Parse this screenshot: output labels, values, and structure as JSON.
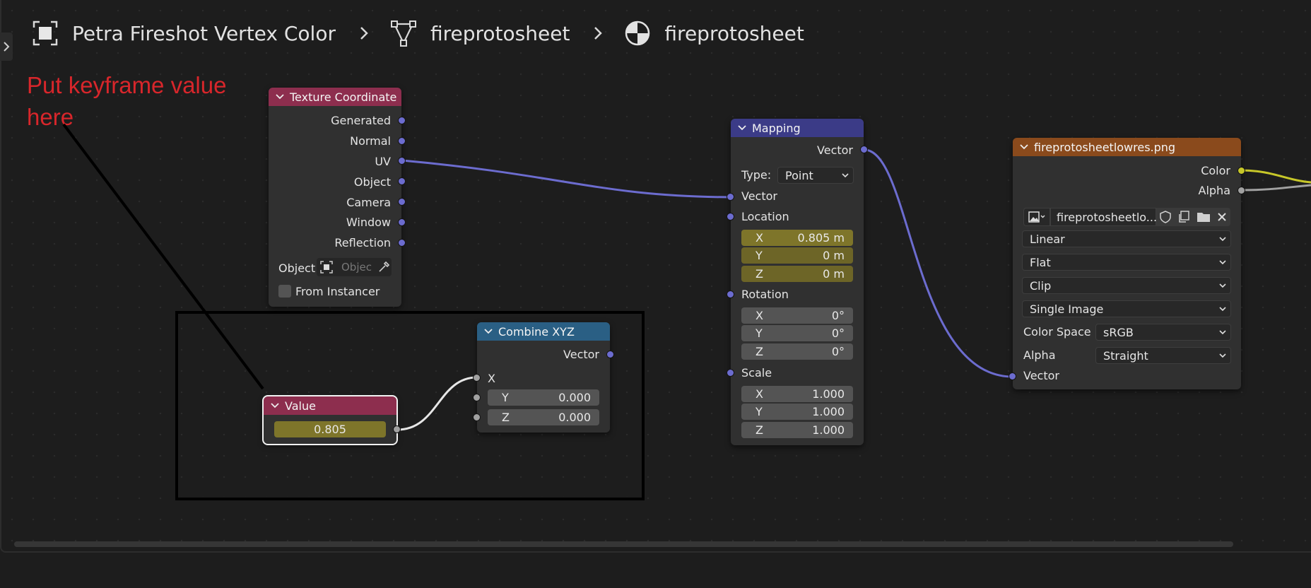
{
  "breadcrumb": {
    "items": [
      {
        "label": "Petra Fireshot Vertex Color",
        "icon": "object-icon"
      },
      {
        "label": "fireprotosheet",
        "icon": "mesh-data-icon"
      },
      {
        "label": "fireprotosheet",
        "icon": "material-icon"
      }
    ]
  },
  "annotation": {
    "text": "Put keyframe value here"
  },
  "nodes": {
    "texture_coordinate": {
      "title": "Texture Coordinate",
      "color": "#8d2e4e",
      "outputs": [
        "Generated",
        "Normal",
        "UV",
        "Object",
        "Camera",
        "Window",
        "Reflection"
      ],
      "object_label": "Object:",
      "object_placeholder": "Objec",
      "from_instancer": "From Instancer"
    },
    "value": {
      "title": "Value",
      "color": "#8d2e4e",
      "value": "0.805"
    },
    "combine_xyz": {
      "title": "Combine XYZ",
      "color": "#2a5f84",
      "output": "Vector",
      "x_label": "X",
      "y_label": "Y",
      "y_value": "0.000",
      "z_label": "Z",
      "z_value": "0.000"
    },
    "mapping": {
      "title": "Mapping",
      "color": "#3b3b87",
      "output": "Vector",
      "type_label": "Type:",
      "type_value": "Point",
      "vector_input": "Vector",
      "location_label": "Location",
      "location": [
        {
          "axis": "X",
          "value": "0.805 m"
        },
        {
          "axis": "Y",
          "value": "0 m"
        },
        {
          "axis": "Z",
          "value": "0 m"
        }
      ],
      "rotation_label": "Rotation",
      "rotation": [
        {
          "axis": "X",
          "value": "0°"
        },
        {
          "axis": "Y",
          "value": "0°"
        },
        {
          "axis": "Z",
          "value": "0°"
        }
      ],
      "scale_label": "Scale",
      "scale": [
        {
          "axis": "X",
          "value": "1.000"
        },
        {
          "axis": "Y",
          "value": "1.000"
        },
        {
          "axis": "Z",
          "value": "1.000"
        }
      ]
    },
    "image_texture": {
      "title": "fireprotosheetlowres.png",
      "color": "#8a4a1c",
      "outputs": [
        "Color",
        "Alpha"
      ],
      "image_name": "fireprotosheetlo...",
      "interpolation": "Linear",
      "projection": "Flat",
      "extension": "Clip",
      "source": "Single Image",
      "color_space_label": "Color Space",
      "color_space": "sRGB",
      "alpha_label": "Alpha",
      "alpha_mode": "Straight",
      "vector_input": "Vector"
    }
  },
  "colors": {
    "vector_socket": "#6c6ccf",
    "float_socket": "#a1a1a1",
    "color_socket": "#c7c729",
    "animated_field": "#7e752a",
    "annotation": "#d8262b"
  }
}
